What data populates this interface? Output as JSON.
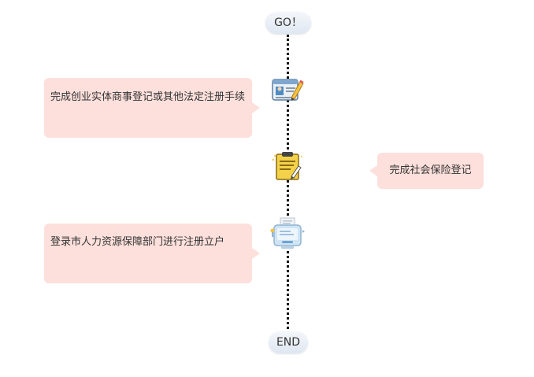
{
  "start_label": "GO！",
  "end_label": "END",
  "steps": [
    {
      "text": "完成创业实体商事登记或其他法定注册手续",
      "icon": "id-card-pencil-icon"
    },
    {
      "text": "完成社会保险登记",
      "icon": "clipboard-pencil-icon"
    },
    {
      "text": "登录市人力资源保障部门进行注册立户",
      "icon": "computer-monitor-icon"
    }
  ],
  "colors": {
    "callout_fill": "#fde0dc",
    "pill_fill": "#e8eef6",
    "spine": "#111111"
  }
}
